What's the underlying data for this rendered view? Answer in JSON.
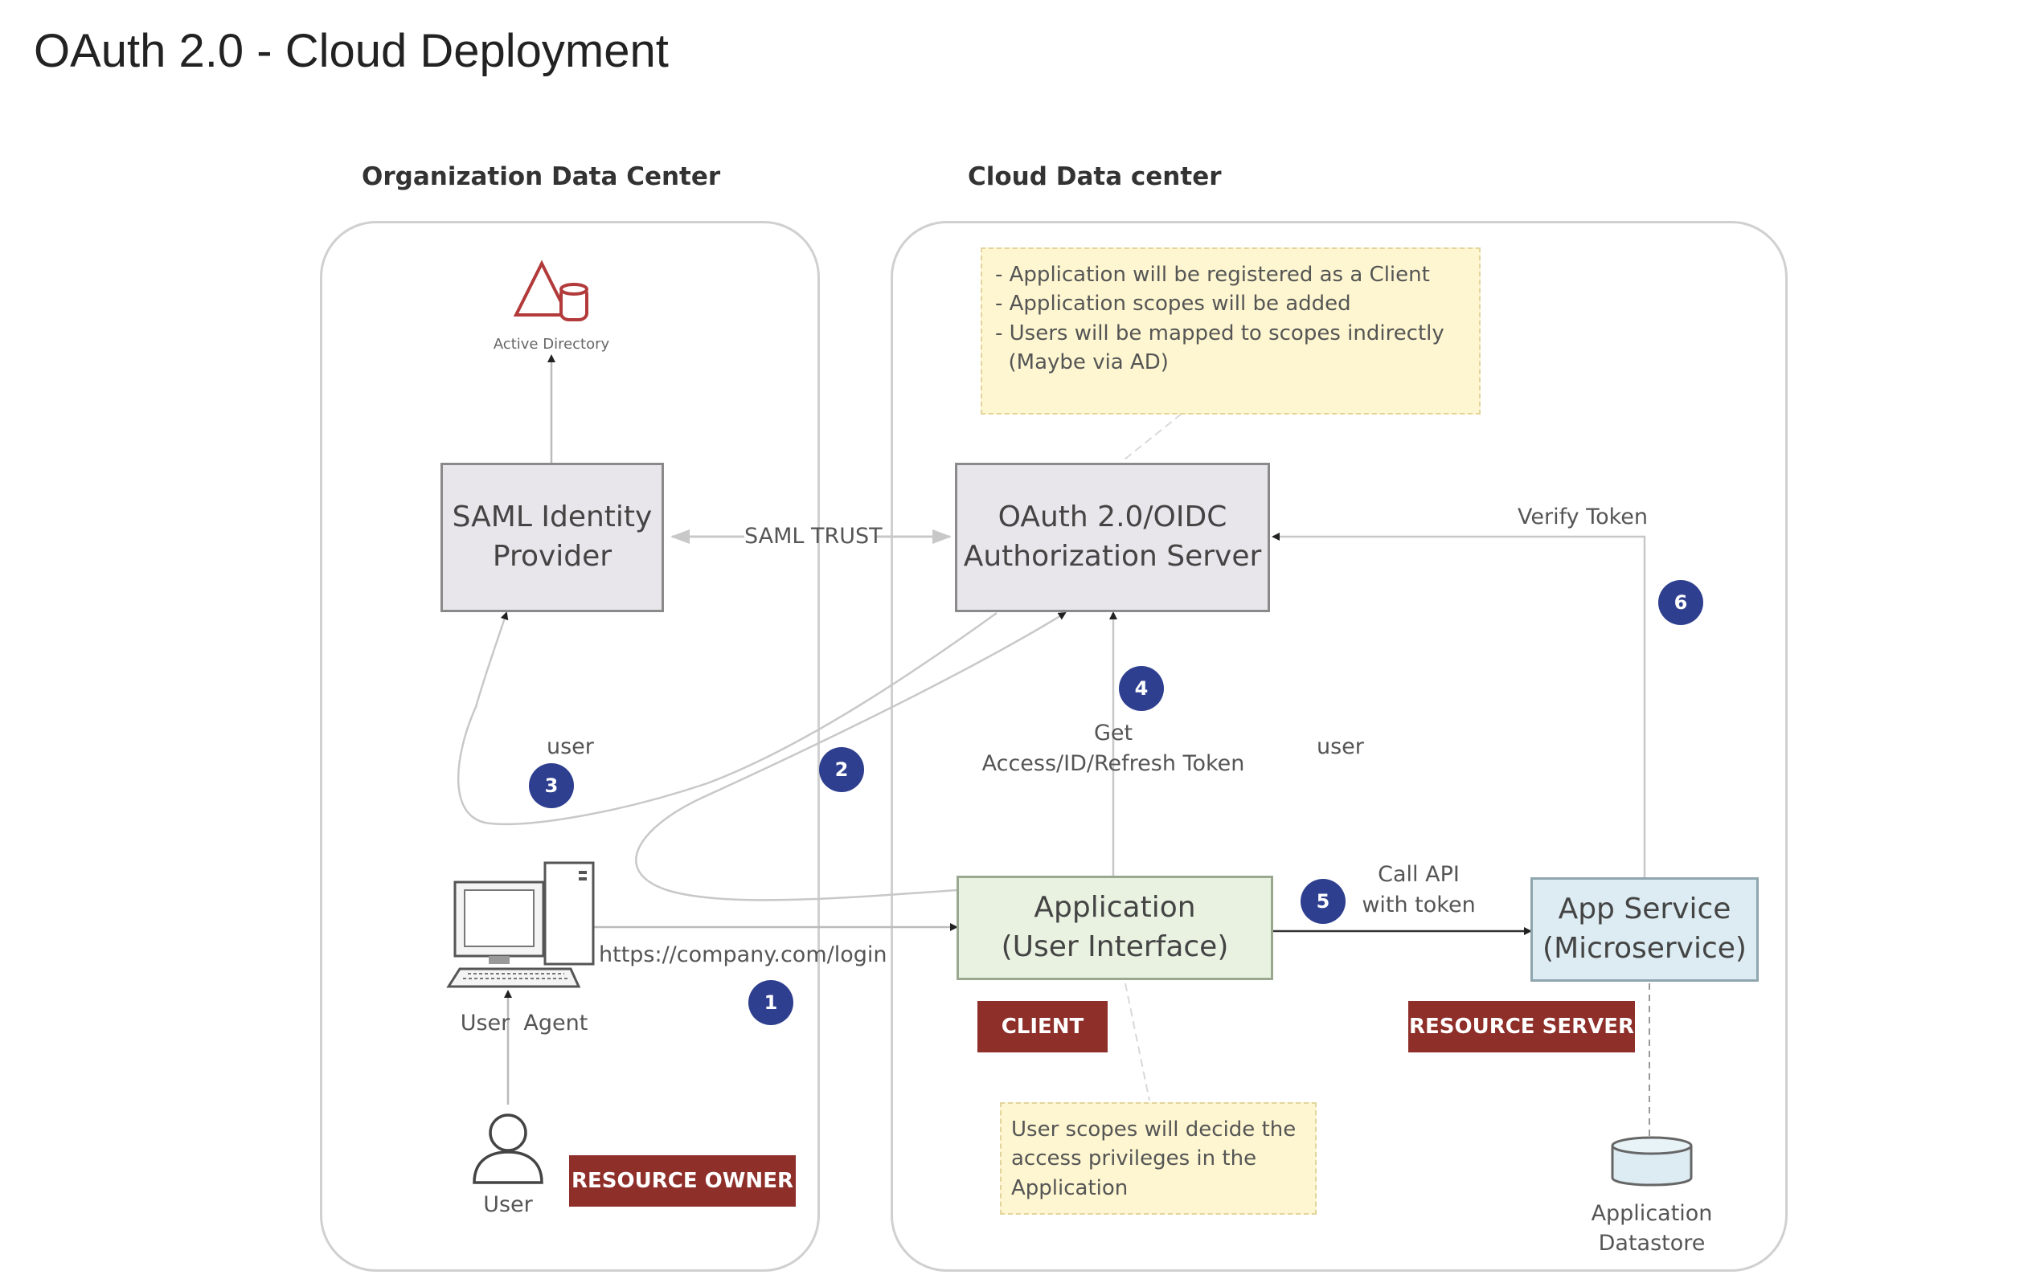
{
  "title": "OAuth 2.0 - Cloud Deployment",
  "regions": {
    "org": "Organization Data Center",
    "cloud": "Cloud Data center"
  },
  "nodes": {
    "active_directory": "Active Directory",
    "saml_idp": [
      "SAML Identity",
      "Provider"
    ],
    "auth_server": [
      "OAuth 2.0/OIDC",
      "Authorization Server"
    ],
    "application": [
      "Application",
      "(User Interface)"
    ],
    "app_service": [
      "App Service",
      "(Microservice)"
    ],
    "user_agent": "User  Agent",
    "user": "User",
    "datastore": [
      "Application",
      "Datastore"
    ]
  },
  "notes": {
    "cloud_note": [
      "- Application will be registered as a Client",
      "- Application scopes will be added",
      "- Users will be mapped to scopes indirectly",
      "  (Maybe via AD)"
    ],
    "client_note": [
      "User scopes will decide the",
      "access privileges in the",
      "Application"
    ]
  },
  "tags": {
    "client": "CLIENT",
    "resource_server": "RESOURCE SERVER",
    "resource_owner": "RESOURCE OWNER"
  },
  "edge_labels": {
    "saml_trust": "SAML TRUST",
    "verify_token": "Verify Token",
    "user_left": "user",
    "user_right": "user",
    "get_token": [
      "Get",
      "Access/ID/Refresh Token"
    ],
    "call_api": [
      "Call API",
      "with token"
    ],
    "login_url": "https://company.com/login"
  },
  "steps": [
    "1",
    "2",
    "3",
    "4",
    "5",
    "6"
  ]
}
